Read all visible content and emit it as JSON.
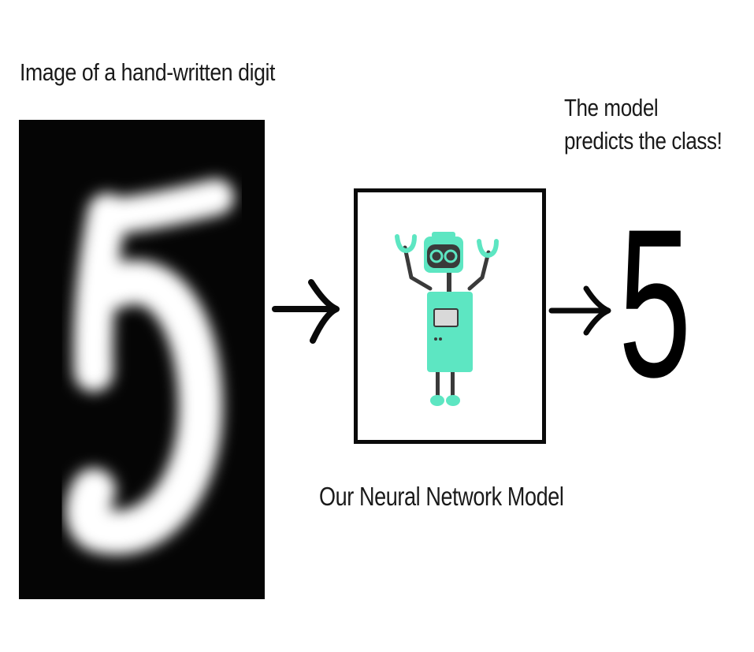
{
  "input": {
    "caption": "Image of a hand-written digit",
    "digit": "5"
  },
  "model": {
    "caption": "Our Neural Network Model",
    "icon": "robot-icon"
  },
  "output": {
    "caption_line1": "The model",
    "caption_line2": "predicts the class!",
    "predicted_class": "5"
  },
  "colors": {
    "robot_body": "#5de6c2",
    "robot_dark": "#3a3a3a",
    "panel_background": "#050505",
    "stroke": "#0a0a0a"
  }
}
